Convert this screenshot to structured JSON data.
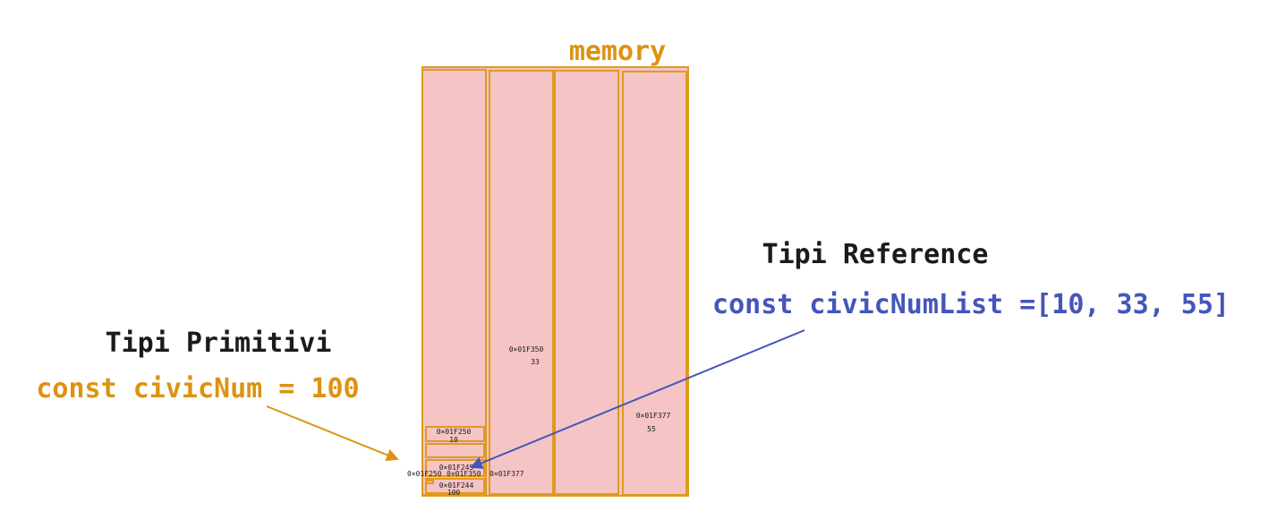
{
  "colors": {
    "orange": "#dd9211",
    "blue": "#4455bb",
    "memory_fill": "#f5c4c4",
    "memory_stroke": "#e09a1f",
    "text": "#1b1b1b"
  },
  "memory": {
    "title": "memory",
    "cells": {
      "c250_addr": "0×01F250",
      "c250_val": "10",
      "c244_addr": "0×01F244",
      "c244_val": "100",
      "c245_addr": "0×01F245",
      "c350_addr": "0×01F350",
      "c350_val": "33",
      "c377_addr": "0×01F377",
      "c377_val": "55"
    },
    "ref_row": [
      "0×01F250",
      "0×01F350",
      "0×01F377"
    ]
  },
  "primitive": {
    "heading": "Tipi Primitivi",
    "code": "const civicNum = 100"
  },
  "reference": {
    "heading": "Tipi Reference",
    "code": "const civicNumList =[10, 33, 55]"
  }
}
